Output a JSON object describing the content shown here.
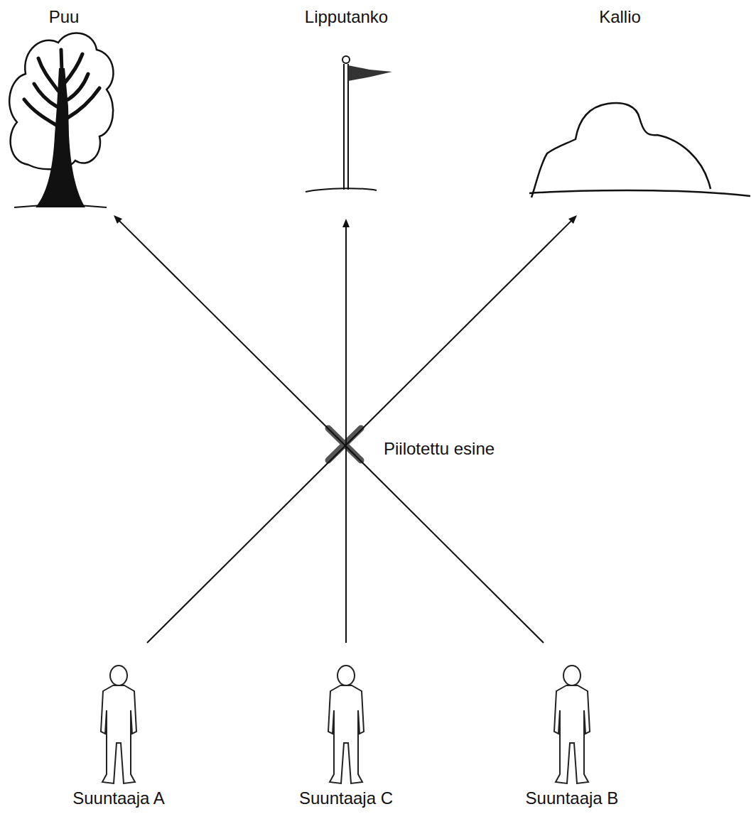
{
  "diagram": {
    "nodes": [
      {
        "text": [
          "Puu"
        ]
      },
      {
        "text": [
          "Lipputanko"
        ]
      },
      {
        "text": [
          "Kallio"
        ]
      },
      {
        "text": [
          "Suuntaaja A"
        ]
      },
      {
        "text": [
          "Suuntaaja C"
        ]
      },
      {
        "text": [
          "Suuntaaja B"
        ]
      }
    ],
    "edges": [
      {
        "from": 3,
        "to": 2,
        "arrow": "to"
      },
      {
        "from": 4,
        "to": 1,
        "arrow": "to"
      },
      {
        "from": 5,
        "to": 0,
        "arrow": "to"
      }
    ],
    "labels": [
      "Piilotettu esine"
    ]
  }
}
